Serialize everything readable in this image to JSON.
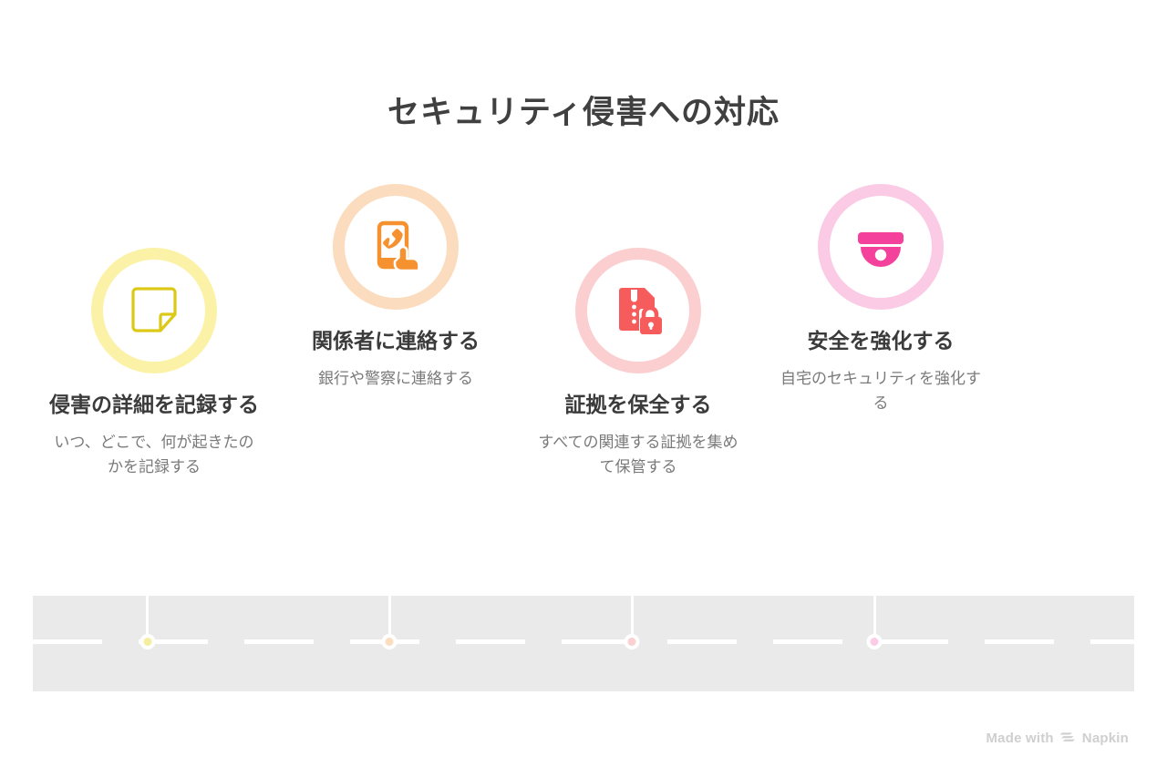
{
  "header": {
    "title": "セキュリティ侵害への対応"
  },
  "steps": [
    {
      "title": "侵害の詳細を記録する",
      "description": "いつ、どこで、何が起きたのかを記録する",
      "icon": "note-document-icon",
      "icon_color": "#dcc917",
      "ring_color": "#fbf2a8",
      "node_color": "#f5ee9e"
    },
    {
      "title": "関係者に連絡する",
      "description": "銀行や警察に連絡する",
      "icon": "phone-call-hand-icon",
      "icon_color": "#f5922f",
      "ring_color": "#fbdcbe",
      "node_color": "#fbddc0"
    },
    {
      "title": "証拠を保全する",
      "description": "すべての関連する証拠を集めて保管する",
      "icon": "zip-file-lock-icon",
      "icon_color": "#f65c5c",
      "ring_color": "#fbcfcf",
      "node_color": "#fbd0d0"
    },
    {
      "title": "安全を強化する",
      "description": "自宅のセキュリティを強化する",
      "icon": "security-camera-icon",
      "icon_color": "#f4419b",
      "ring_color": "#fbcbe6",
      "node_color": "#fbcce6"
    }
  ],
  "timeline": {
    "road_color": "#eaeaea",
    "lane_color": "#ffffff",
    "node_positions_pct": [
      10.3,
      32.3,
      54.3,
      76.3
    ]
  },
  "footer": {
    "brand_prefix": "Made with",
    "brand_name": "Napkin",
    "brand_color": "#cfcfcf"
  }
}
